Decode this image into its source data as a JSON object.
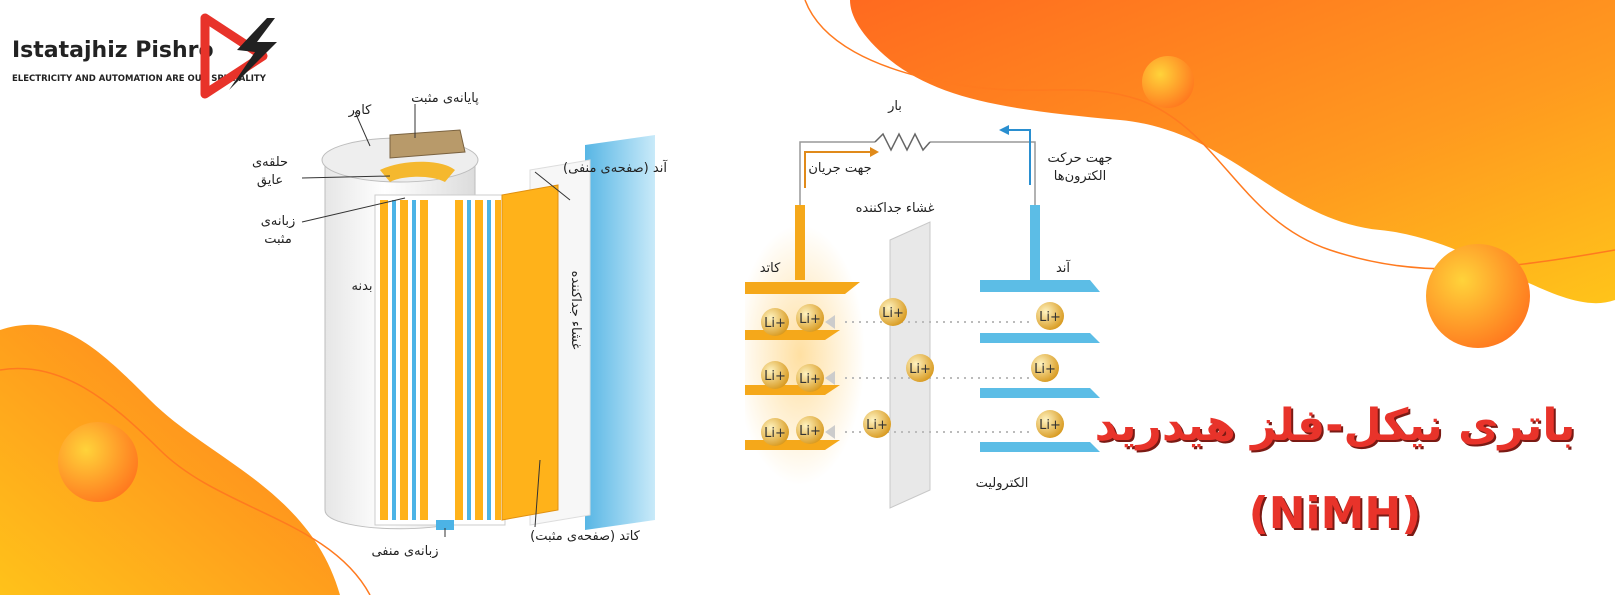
{
  "brand": {
    "name": "Istatajhiz Pishro",
    "tagline": "ELECTRICITY AND AUTOMATION ARE OUR SPECIALITY",
    "accent": "#e8332a",
    "warm_orange": "#ff8a1f",
    "warm_yellow": "#ffc21a"
  },
  "title": {
    "line1": "باتری نیکل-فلز هیدرید",
    "line2": "(NiMH)"
  },
  "cell_diagram": {
    "labels": {
      "positive_terminal": "پایانه‌ی مثبت",
      "cover": "کاور",
      "insulating_ring_1": "حلقه‌ی",
      "insulating_ring_2": "عایق",
      "positive_tab_1": "زبانه‌ی",
      "positive_tab_2": "مثبت",
      "body": "بدنه",
      "anode": "آند (صفحه‌ی منفی)",
      "separator": "غشاء جداکننده",
      "cathode": "کاتد (صفحه‌ی مثبت)",
      "negative_tab": "زبانه‌ی منفی"
    }
  },
  "ion_diagram": {
    "labels": {
      "load": "بار",
      "current_direction": "جهت جریان",
      "electron_direction_1": "جهت حرکت",
      "electron_direction_2": "الکترون‌ها",
      "separator": "غشاء جداکننده",
      "cathode": "کاتد",
      "anode": "آند",
      "electrolyte": "الکترولیت"
    },
    "ion_label": "Li",
    "ion_charge": "+"
  }
}
